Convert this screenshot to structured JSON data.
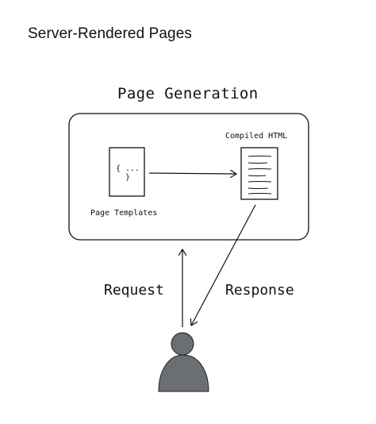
{
  "heading": "Server-Rendered Pages",
  "diagram": {
    "box_title": "Page Generation",
    "templates_label": "Page Templates",
    "template_content": "{ ... }",
    "compiled_label": "Compiled HTML",
    "request_label": "Request",
    "response_label": "Response"
  },
  "icons": {
    "template_doc": "template-document-icon",
    "compiled_doc": "compiled-html-document-icon",
    "user": "user-avatar-icon"
  },
  "colors": {
    "ink": "#111111",
    "user_fill": "#6b6e72"
  }
}
